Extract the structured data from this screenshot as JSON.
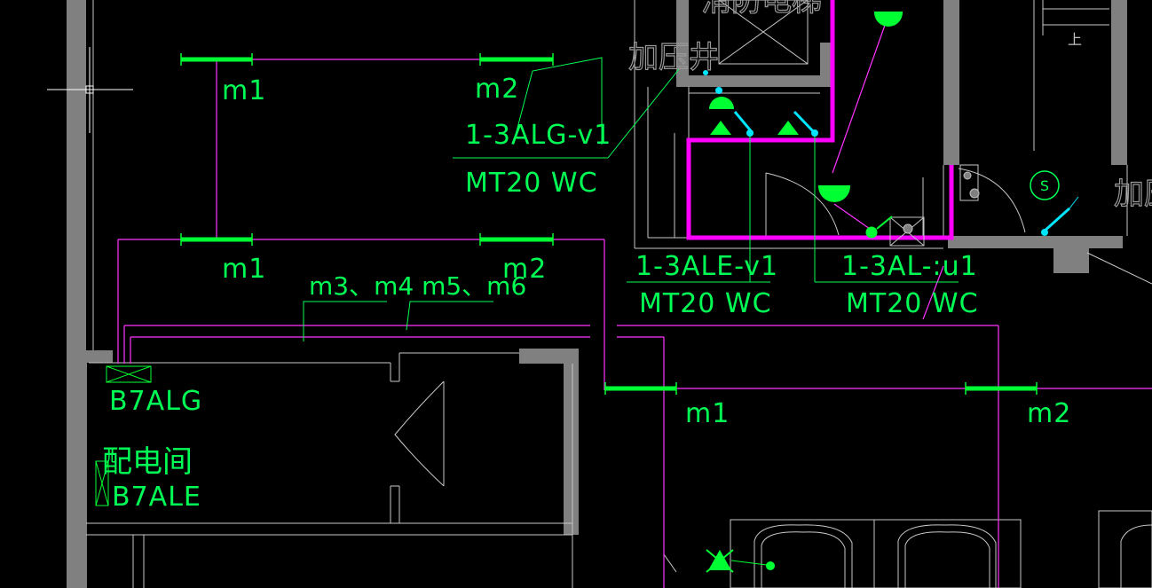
{
  "drawing": {
    "background": "#000000",
    "colors": {
      "wall": "#808080",
      "cable": "#ff33ff",
      "thick_cable": "#ff00ff",
      "fixture": "#00ff33",
      "label": "#00ff55",
      "detail": "#c0c0c0",
      "cyan": "#00e5ff"
    }
  },
  "labels": {
    "m1_a": "m1",
    "m2_a": "m2",
    "m1_b": "m1",
    "m2_b": "m2",
    "m1_c": "m1",
    "m2_c": "m2",
    "circuit_group": "m3、m4 m5、m6",
    "alg_v1": "1-3ALG-v1",
    "mt20_a": "MT20 WC",
    "ale_v1": "1-3ALE-v1",
    "mt20_b": "MT20 WC",
    "al_u1": "1-3AL-:u1",
    "mt20_c": "MT20 WC",
    "b7alg": "B7ALG",
    "b7ale": "B7ALE",
    "room_power": "配电间",
    "room_pressurize_a": "加压井",
    "room_pressurize_b": "加压",
    "room_top": "消防电梯",
    "room_top_right": "上",
    "sensor_s": "S"
  },
  "icons": {
    "crosshair": "cad-crosshair-cursor-icon",
    "light": "ceiling-light-icon",
    "switch": "wall-switch-icon",
    "smoke": "smoke-detector-icon",
    "emergency": "emergency-light-icon"
  }
}
